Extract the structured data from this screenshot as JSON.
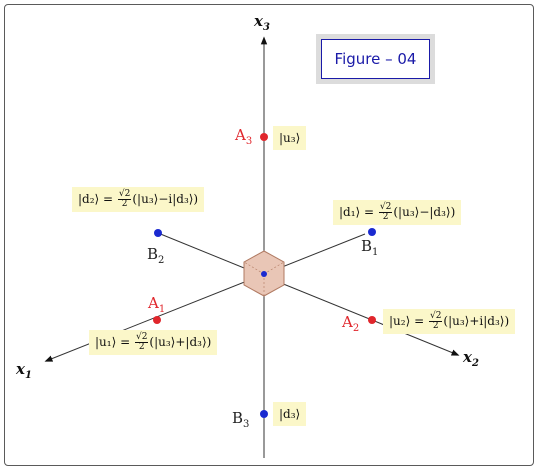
{
  "figure_label": "Figure – 04",
  "axes": {
    "x1": {
      "letter": "x",
      "index": "1"
    },
    "x2": {
      "letter": "x",
      "index": "2"
    },
    "x3": {
      "letter": "x",
      "index": "3"
    }
  },
  "points": {
    "A1": {
      "letter": "A",
      "index": "1",
      "ket": "|u₁⟩",
      "note_prefix": "|u₁⟩ = ",
      "note_suffix": "(|u₃⟩+|d₃⟩)"
    },
    "A2": {
      "letter": "A",
      "index": "2",
      "ket": "|u₂⟩",
      "note_prefix": "|u₂⟩ = ",
      "note_suffix": "(|u₃⟩+i|d₃⟩)"
    },
    "A3": {
      "letter": "A",
      "index": "3",
      "ket": "|u₃⟩",
      "note_prefix": "|u₃⟩",
      "note_suffix": ""
    },
    "B1": {
      "letter": "B",
      "index": "1",
      "ket": "|d₁⟩",
      "note_prefix": "|d₁⟩ = ",
      "note_suffix": "(|u₃⟩−|d₃⟩)"
    },
    "B2": {
      "letter": "B",
      "index": "2",
      "ket": "|d₂⟩",
      "note_prefix": "|d₂⟩ = ",
      "note_suffix": "(|u₃⟩−i|d₃⟩)"
    },
    "B3": {
      "letter": "B",
      "index": "3",
      "ket": "|d₃⟩",
      "note_prefix": "|d₃⟩",
      "note_suffix": ""
    }
  },
  "fraction": {
    "numerator": "√2",
    "denominator": "2"
  },
  "colors": {
    "red_point": "#e0262c",
    "blue_point": "#1a2ad0",
    "note_bg": "#fbf7c9",
    "cube_fill": "#e9c6b6",
    "cube_stroke": "#b07a62",
    "badge_text": "#1a1aa8"
  }
}
